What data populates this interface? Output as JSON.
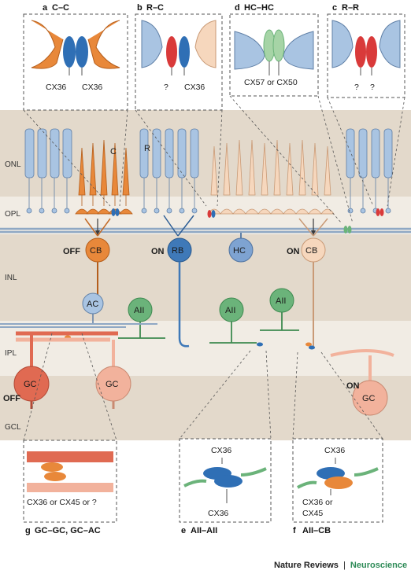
{
  "panels": {
    "a": {
      "letter": "a",
      "title": "C–C",
      "left": "CX36",
      "right": "CX36"
    },
    "b": {
      "letter": "b",
      "title": "R–C",
      "left": "?",
      "right": "CX36"
    },
    "d": {
      "letter": "d",
      "title": "HC–HC",
      "label": "CX57 or CX50"
    },
    "c": {
      "letter": "c",
      "title": "R–R",
      "left": "?",
      "right": "?"
    },
    "g": {
      "letter": "g",
      "title": "GC–GC, GC–AC",
      "label": "CX36 or CX45 or ?"
    },
    "e": {
      "letter": "e",
      "title": "AII–AII",
      "top": "CX36",
      "bottom": "CX36"
    },
    "f": {
      "letter": "f",
      "title": "AII–CB",
      "top": "CX36",
      "bottom1": "CX36 or",
      "bottom2": "CX45"
    }
  },
  "layers": {
    "onl": "ONL",
    "opl": "OPL",
    "inl": "INL",
    "ipl": "IPL",
    "gcl": "GCL"
  },
  "cells": {
    "cone": "C",
    "rod": "R",
    "hc": "HC",
    "rb": "RB",
    "cb_off": "CB",
    "cb_on": "CB",
    "ac": "AC",
    "aii1": "AII",
    "aii2": "AII",
    "aii3": "AII",
    "gc1": "GC",
    "gc2": "GC",
    "gc3": "GC"
  },
  "pathway": {
    "off1": "OFF",
    "on_rb": "ON",
    "on_cb": "ON",
    "off2": "OFF",
    "on_gc": "ON"
  },
  "credit": {
    "journal": "Nature Reviews",
    "sep": "|",
    "section": "Neuroscience"
  },
  "colors": {
    "cone": "#e8883a",
    "rod": "#a9c4e2",
    "rod_on": "#f6d7bd",
    "rb": "#3f79b8",
    "aii": "#6bb37a",
    "gc": "#e06a52",
    "gc_light": "#f2b29c",
    "cx_blue": "#2f6fb5",
    "cx_red": "#d93a3a",
    "cx_green": "#a6d4a6",
    "band": "#e6ddd0"
  }
}
